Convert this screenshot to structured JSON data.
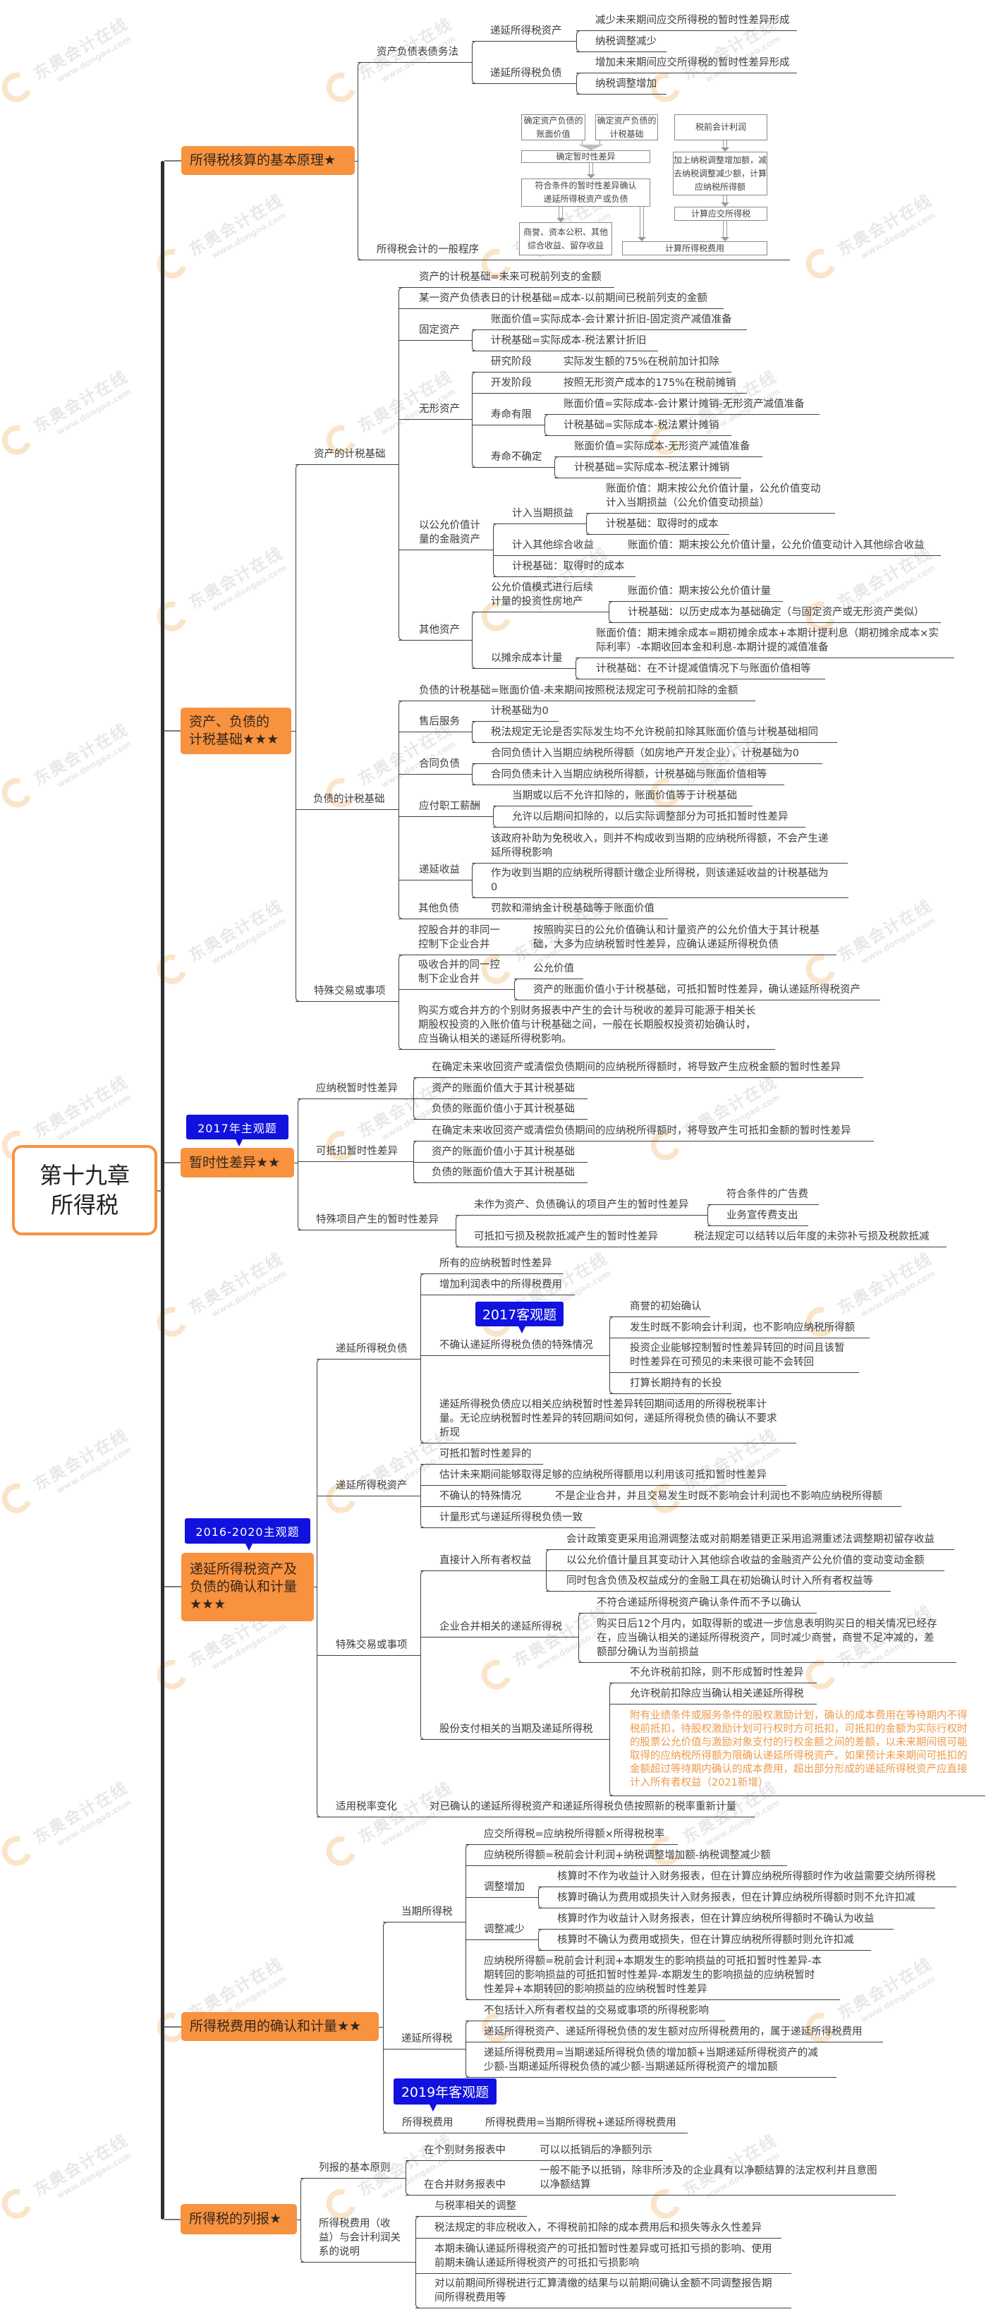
{
  "root": {
    "title": "第十九章\n所得税"
  },
  "watermark": {
    "brand": "东奥会计在线",
    "url": "www.dongao.com"
  },
  "s1": {
    "title": "所得税核算的基本原理★",
    "method": {
      "label": "资产负债表债务法",
      "dta": {
        "label": "递延所得税资产",
        "items": [
          "减少未来期间应交所得税的暂时性差异形成",
          "纳税调整减少"
        ]
      },
      "dtl": {
        "label": "递延所得税负债",
        "items": [
          "增加未来期间应交所得税的暂时性差异形成",
          "纳税调整增加"
        ]
      }
    },
    "procedure": {
      "label": "所得税会计的一般程序",
      "flow": {
        "carrying_value": "确定资产负债的\n账面价值",
        "tax_base": "确定资产负债的\n计税基础",
        "pretax_profit": "税前会计利润",
        "temp_diff": "确定暂时性差异",
        "recognize": "符合条件的暂时性差异确认\n递延所得税资产或负债",
        "taxable_income": "加上纳税调整增加额，减\n去纳税调整减少额，计算\n应纳税所得额",
        "current_tax": "计算应交所得税",
        "equity": "商誉、资本公积、其他\n综合收益、留存收益",
        "tax_expense": "计算所得税费用"
      }
    }
  },
  "s2": {
    "title": "资产、负债的\n计税基础★★★",
    "assets": {
      "label": "资产的计税基础",
      "formulas": [
        "资产的计税基础=未来可税前列支的金额",
        "某一资产负债表日的计税基础=成本-以前期间已税前列支的金额"
      ],
      "fixed": {
        "label": "固定资产",
        "items": [
          "账面价值=实际成本-会计累计折旧-固定资产减值准备",
          "计税基础=实际成本-税法累计折旧"
        ]
      },
      "intangible": {
        "label": "无形资产",
        "research": {
          "label": "研究阶段",
          "value": "实际发生额的75%在税前加计扣除"
        },
        "development": {
          "label": "开发阶段",
          "value": "按照无形资产成本的175%在税前摊销"
        },
        "finite": {
          "label": "寿命有限",
          "items": [
            "账面价值=实际成本-会计累计摊销-无形资产减值准备",
            "计税基础=实际成本-税法累计摊销"
          ]
        },
        "indefinite": {
          "label": "寿命不确定",
          "items": [
            "账面价值=实际成本-无形资产减值准备",
            "计税基础=实际成本-税法累计摊销"
          ]
        }
      },
      "fv_financial": {
        "label": "以公允价值计\n量的金融资产",
        "pl": {
          "label": "计入当期损益",
          "items": [
            "账面价值：期末按公允价值计量，公允价值变动\n计入当期损益（公允价值变动损益）",
            "计税基础：取得时的成本"
          ]
        },
        "oci": {
          "label": "计入其他综合收益",
          "value": "账面价值：期末按公允价值计量，公允价值变动计入其他综合收益"
        },
        "tax_base": "计税基础：取得时的成本"
      },
      "other": {
        "label": "其他资产",
        "property": {
          "label": "公允价值模式进行后续\n计量的投资性房地产",
          "items": [
            "账面价值：期末按公允价值计量",
            "计税基础：以历史成本为基础确定（与固定资产或无形资产类似）"
          ]
        },
        "amortized": {
          "label": "以摊余成本计量",
          "items": [
            "账面价值：期末摊余成本=期初摊余成本+本期计提利息（期初摊余成本×实\n际利率）-本期收回本金和利息-本期计提的减值准备",
            "计税基础：在不计提减值情况下与账面价值相等"
          ]
        }
      }
    },
    "liabilities": {
      "label": "负债的计税基础",
      "formula": "负债的计税基础=账面价值-未来期间按照税法规定可予税前扣除的金额",
      "after_sales": {
        "label": "售后服务",
        "items": [
          "计税基础为0",
          "税法规定无论是否实际发生均不允许税前扣除其账面价值与计税基础相同"
        ]
      },
      "contract": {
        "label": "合同负债",
        "items": [
          "合同负债计入当期应纳税所得额（如房地产开发企业），计税基础为0",
          "合同负债未计入当期应纳税所得额，计税基础与账面价值相等"
        ]
      },
      "payroll": {
        "label": "应付职工薪酬",
        "items": [
          "当期或以后不允许扣除的，账面价值等于计税基础",
          "允许以后期间扣除的，以后实际调整部分为可抵扣暂时性差异"
        ]
      },
      "deferred_income": {
        "label": "递延收益",
        "items": [
          "该政府补助为免税收入，则并不构成收到当期的应纳税所得额，不会产生递\n延所得税影响",
          "作为收到当期的应纳税所得额计缴企业所得税，则该递延收益的计税基础为\n0"
        ]
      },
      "other": {
        "label": "其他负债",
        "value": "罚款和滞纳金计税基础等于账面价值"
      }
    },
    "special": {
      "label": "特殊交易或事项",
      "non_common": {
        "label": "控股合并的非同一\n控制下企业合并",
        "value": "按照购买日的公允价值确认和计量资产的公允价值大于其计税基\n础，大多为应纳税暂时性差异，应确认递延所得税负债"
      },
      "common": {
        "label": "吸收合并的同一控\n制下企业合并",
        "items": [
          "公允价值",
          "资产的账面价值小于计税基础，可抵扣暂时性差异，确认递延所得税资产"
        ]
      },
      "note": "购买方或合并方的个别财务报表中产生的会计与税收的差异可能源于相关长\n期股权投资的入账价值与计税基础之间，一般在长期股权投资初始确认时，\n应当确认相关的递延所得税影响。"
    }
  },
  "s3": {
    "badge": "2017年主观题",
    "title": "暂时性差异★★",
    "taxable": {
      "label": "应纳税暂时性差异",
      "items": [
        "在确定未来收回资产或清偿负债期间的应纳税所得额时，将导致产生应税金额的暂时性差异",
        "资产的账面价值大于其计税基础",
        "负债的账面价值小于其计税基础"
      ]
    },
    "deductible": {
      "label": "可抵扣暂时性差异",
      "items": [
        "在确定未来收回资产或清偿负债期间的应纳税所得额时，将导致产生可抵扣金额的暂时性差异",
        "资产的账面价值小于其计税基础",
        "负债的账面价值大于其计税基础"
      ]
    },
    "special": {
      "label": "特殊项目产生的暂时性差异",
      "unrecognized": {
        "label": "未作为资产、负债确认的项目产生的暂时性差异",
        "items": [
          "符合条件的广告费",
          "业务宣传费支出"
        ]
      },
      "losses": {
        "label": "可抵扣亏损及税款抵减产生的暂时性差异",
        "value": "税法规定可以结转以后年度的未弥补亏损及税款抵减"
      }
    }
  },
  "s4": {
    "badge": "2016-2020主观题",
    "title": "递延所得税资产及\n负债的确认和计量\n★★★",
    "dtl": {
      "label": "递延所得税负债",
      "items": [
        "所有的应纳税暂时性差异",
        "增加利润表中的所得税费用"
      ],
      "exceptions": {
        "badge": "2017客观题",
        "label": "不确认递延所得税负债的特殊情况",
        "items": [
          "商誉的初始确认",
          "发生时既不影响会计利润，也不影响应纳税所得额",
          "投资企业能够控制暂时性差异转回的时间且该暂\n时性差异在可预见的未来很可能不会转回",
          "打算长期持有的长投"
        ]
      },
      "measurement": "递延所得税负债应以相关应纳税暂时性差异转回期间适用的所得税税率计\n量。无论应纳税暂时性差异的转回期间如何，递延所得税负债的确认不要求\n折现"
    },
    "dta": {
      "label": "递延所得税资产",
      "items": [
        "可抵扣暂时性差异的",
        "估计未来期间能够取得足够的应纳税所得额用以利用该可抵扣暂时性差异"
      ],
      "exception": {
        "label": "不确认的特殊情况",
        "value": "不是企业合并，并且交易发生时既不影响会计利润也不影响应纳税所得额"
      },
      "measurement": "计量形式与递延所得税负债一致"
    },
    "special": {
      "label": "特殊交易或事项",
      "equity": {
        "label": "直接计入所有者权益",
        "items": [
          "会计政策变更采用追溯调整法或对前期差错更正采用追溯重述法调整期初留存收益",
          "以公允价值计量且其变动计入其他综合收益的金融资产公允价值的变动变动金额",
          "同时包含负债及权益成分的金融工具在初始确认时计入所有者权益等"
        ]
      },
      "combination": {
        "label": "企业合并相关的递延所得税",
        "items": [
          "不符合递延所得税资产确认条件而不予以确认",
          "购买日后12个月内，如取得新的或进一步信息表明购买日的相关情况已经存\n在，应当确认相关的递延所得税资产，同时减少商誉，商誉不足冲减的，差\n额部分确认为当前损益"
        ]
      },
      "share_payment": {
        "label": "股份支付相关的当期及递延所得税",
        "items": [
          "不允许税前扣除，则不形成暂时性差异",
          "允许税前扣除应当确认相关递延所得税"
        ],
        "note": "附有业绩条件或服务条件的股权激励计划，确认的成本费用在等待期内不得\n税前抵扣，待股权激励计划可行权时方可抵扣，可抵扣的金额为实际行权时\n的股票公允价值与激励对象支付的行权金额之间的差额，以未来期间很可能\n取得的应纳税所得额为限确认递延所得税资产。如果预计未来期间可抵扣的\n金额超过等待期内确认的成本费用，超出部分形成的递延所得税资产应直接\n计入所有者权益（2021新增）"
      }
    },
    "rate_change": {
      "label": "适用税率变化",
      "value": "对已确认的递延所得税资产和递延所得税负债按照新的税率重新计量"
    }
  },
  "s5": {
    "title": "所得税费用的确认和计量★★",
    "current": {
      "label": "当期所得税",
      "items": [
        "应交所得税=应纳税所得额×所得税税率",
        "应纳税所得额=税前会计利润+纳税调整增加额-纳税调整减少额"
      ],
      "increase": {
        "label": "调整增加",
        "items": [
          "核算时不作为收益计入财务报表，但在计算应纳税所得额时作为收益需要交纳所得税",
          "核算时确认为费用或损失计入财务报表，但在计算应纳税所得额时则不允许扣减"
        ]
      },
      "decrease": {
        "label": "调整减少",
        "items": [
          "核算时作为收益计入财务报表，但在计算应纳税所得额时不确认为收益",
          "核算时不确认为费用或损失，但在计算应纳税所得额时则允许扣减"
        ]
      },
      "formula": "应纳税所得额=税前会计利润+本期发生的影响损益的可抵扣暂时性差异-本\n期转回的影响损益的可抵扣暂时性差异-本期发生的影响损益的应纳税暂时\n性差异+本期转回的影响损益的应纳税暂时性差异"
    },
    "deferred": {
      "label": "递延所得税",
      "items": [
        "不包括计入所有者权益的交易或事项的所得税影响",
        "递延所得税资产、递延所得税负债的发生额对应所得税费用的，属于递延所得税费用",
        "递延所得税费用=当期递延所得税负债的增加额+当期递延所得税资产的减\n少额-当期递延所得税负债的减少额-当期递延所得税资产的增加额"
      ]
    },
    "expense": {
      "badge": "2019年客观题",
      "label": "所得税费用",
      "value": "所得税费用=当期所得税+递延所得税费用"
    }
  },
  "s6": {
    "title": "所得税的列报★",
    "principles": {
      "label": "列报的基本原则",
      "separate": {
        "label": "在个别财务报表中",
        "value": "可以以抵销后的净额列示"
      },
      "consolidated": {
        "label": "在合并财务报表中",
        "value": "一般不能予以抵销，除非所涉及的企业具有以净额结算的法定权利并且意图\n以净额结算"
      }
    },
    "reconciliation": {
      "label": "所得税费用（收\n益）与会计利润关\n系的说明",
      "items": [
        "与税率相关的调整",
        "税法规定的非应税收入，不得税前扣除的成本费用后和损失等永久性差异",
        "本期未确认递延所得税资产的可抵扣暂时性差异或可抵扣亏损的影响、使用\n前期未确认递延所得税资产的可抵扣亏损影响",
        "对以前期间所得税进行汇算清缴的结果与以前期间确认金额不同调整报告期\n间所得税费用等"
      ]
    }
  }
}
